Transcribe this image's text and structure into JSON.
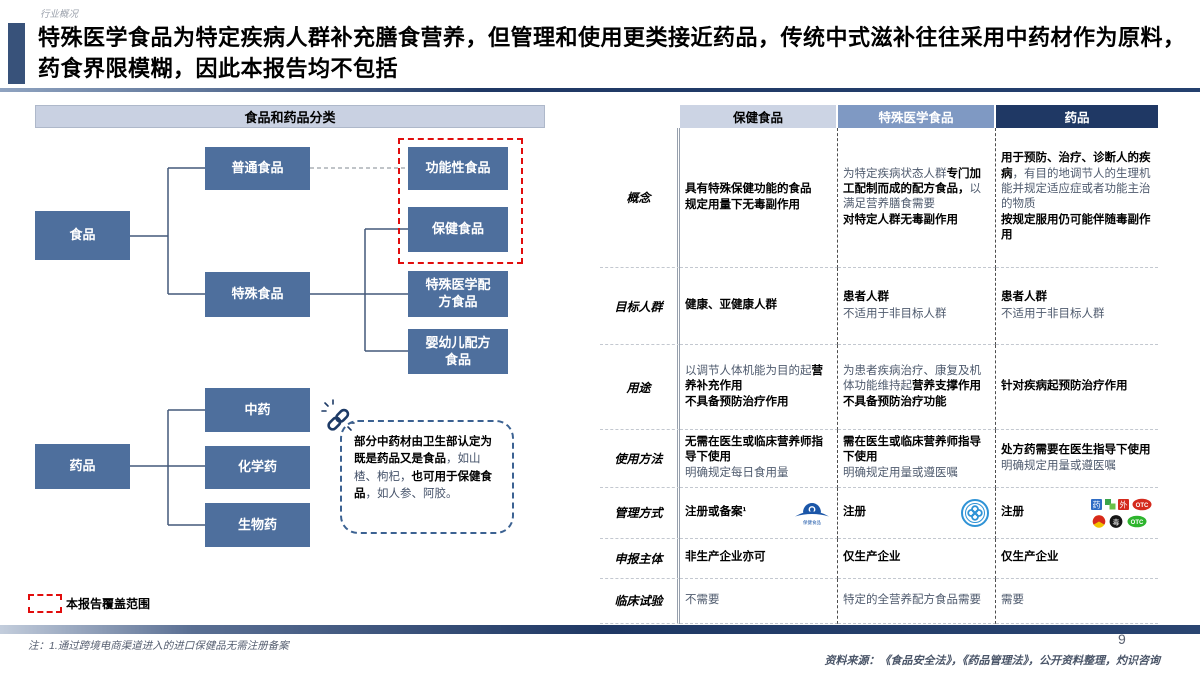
{
  "page": {
    "eyebrow": "行业概况",
    "title": "特殊医学食品为特定疾病人群补充膳食营养，但管理和使用更类接近药品，传统中式滋补往往采用中药材作为原料，药食界限模糊，因此本报告均不包括",
    "page_number": "9",
    "footnote": "注：1.通过跨境电商渠道进入的进口保健品无需注册备案",
    "source": "资料来源：《食品安全法》，《药品管理法》，公开资料整理，灼识咨询"
  },
  "colors": {
    "accent_navy": "#1f3864",
    "node_blue": "#4e6f9d",
    "header_light": "#ccd4e4",
    "header_mid": "#7f99c3",
    "header_dark": "#1f3864",
    "scope_red": "#e10d0d",
    "callout_blue": "#3c6292"
  },
  "diagram": {
    "title": "食品和药品分类",
    "legend_label": "本报告覆盖范围",
    "nodes": {
      "food": "食品",
      "ordinary_food": "普通食品",
      "special_food": "特殊食品",
      "functional_food": "功能性食品",
      "health_food": "保健食品",
      "fsmp": "特殊医学配方食品",
      "infant_formula": "婴幼儿配方食品",
      "drug": "药品",
      "tcm": "中药",
      "chemical_drug": "化学药",
      "biological_drug": "生物药"
    },
    "callout": {
      "icon": "link-icon",
      "segments": [
        {
          "t": "部分中药材由卫生部认定为既是药品又是食品",
          "b": true
        },
        {
          "t": "，如山楂、枸杞，",
          "b": false
        },
        {
          "t": "也可用于保健食品",
          "b": true
        },
        {
          "t": "，如人参、阿胶。",
          "b": false
        }
      ]
    }
  },
  "table": {
    "column_headers": [
      "保健食品",
      "特殊医学食品",
      "药品"
    ],
    "rows": [
      {
        "label": "概念",
        "cells": [
          {
            "lines": [
              [
                {
                  "t": "具有特殊保健功能的食品",
                  "b": true
                }
              ],
              [
                {
                  "t": "规定用量下无毒副作用",
                  "b": true
                }
              ]
            ]
          },
          {
            "lines": [
              [
                {
                  "t": "为特定疾病状态人群",
                  "b": false
                },
                {
                  "t": "专门加工配制而成的配方食品，",
                  "b": true
                },
                {
                  "t": "以满足营养膳食需要",
                  "b": false
                }
              ],
              [
                {
                  "t": "对特定人群无毒副作用",
                  "b": true
                }
              ]
            ]
          },
          {
            "lines": [
              [
                {
                  "t": "用于预防、治疗、诊断人的疾病",
                  "b": true
                },
                {
                  "t": "，有目的地调节人的生理机能并规定适应症或者功能主治的物质",
                  "b": false
                }
              ],
              [
                {
                  "t": "按规定服用仍可能伴随毒副作用",
                  "b": true
                }
              ]
            ]
          }
        ]
      },
      {
        "label": "目标人群",
        "cells": [
          {
            "lines": [
              [
                {
                  "t": "健康、亚健康人群",
                  "b": true
                }
              ]
            ]
          },
          {
            "lines": [
              [
                {
                  "t": "患者人群",
                  "b": true
                }
              ],
              [
                {
                  "t": "不适用于非目标人群",
                  "b": false
                }
              ]
            ]
          },
          {
            "lines": [
              [
                {
                  "t": "患者人群",
                  "b": true
                }
              ],
              [
                {
                  "t": "不适用于非目标人群",
                  "b": false
                }
              ]
            ]
          }
        ]
      },
      {
        "label": "用途",
        "cells": [
          {
            "lines": [
              [
                {
                  "t": "以调节人体机能为目的起",
                  "b": false
                },
                {
                  "t": "营养补充作用",
                  "b": true
                }
              ],
              [
                {
                  "t": "不具备预防治疗作用",
                  "b": true
                }
              ]
            ]
          },
          {
            "lines": [
              [
                {
                  "t": "为患者疾病治疗、康复及机体功能维持起",
                  "b": false
                },
                {
                  "t": "营养支撑作用",
                  "b": true
                }
              ],
              [
                {
                  "t": "不具备预防治疗功能",
                  "b": true
                }
              ]
            ]
          },
          {
            "lines": [
              [
                {
                  "t": "针对疾病起预防治疗作用",
                  "b": true
                }
              ]
            ]
          }
        ]
      },
      {
        "label": "使用方法",
        "cells": [
          {
            "lines": [
              [
                {
                  "t": "无需在医生或临床营养师指导下使用",
                  "b": true
                }
              ],
              [
                {
                  "t": "明确规定每日食用量",
                  "b": false
                }
              ]
            ]
          },
          {
            "lines": [
              [
                {
                  "t": "需在医生或临床营养师指导下使用",
                  "b": true
                }
              ],
              [
                {
                  "t": "明确规定用量或遵医嘱",
                  "b": false
                }
              ]
            ]
          },
          {
            "lines": [
              [
                {
                  "t": "处方药需要在医生指导下使用",
                  "b": true
                }
              ],
              [
                {
                  "t": "明确规定用量或遵医嘱",
                  "b": false
                }
              ]
            ]
          }
        ]
      },
      {
        "label": "管理方式",
        "cells": [
          {
            "lines": [
              [
                {
                  "t": "注册或备案¹",
                  "b": true
                }
              ]
            ],
            "icon": "health-food-bluehat-logo"
          },
          {
            "lines": [
              [
                {
                  "t": "注册",
                  "b": true
                }
              ]
            ],
            "icon": "fsmp-badge-logo"
          },
          {
            "lines": [
              [
                {
                  "t": "注册",
                  "b": true
                }
              ]
            ],
            "icon": "drug-approval-marks"
          }
        ]
      },
      {
        "label": "申报主体",
        "cells": [
          {
            "lines": [
              [
                {
                  "t": "非生产企业亦可",
                  "b": true
                }
              ]
            ]
          },
          {
            "lines": [
              [
                {
                  "t": "仅生产企业",
                  "b": true
                }
              ]
            ]
          },
          {
            "lines": [
              [
                {
                  "t": "仅生产企业",
                  "b": true
                }
              ]
            ]
          }
        ]
      },
      {
        "label": "临床试验",
        "cells": [
          {
            "lines": [
              [
                {
                  "t": "不需要",
                  "b": false
                }
              ]
            ]
          },
          {
            "lines": [
              [
                {
                  "t": "特定的全营养配方食品需要",
                  "b": false
                }
              ]
            ]
          },
          {
            "lines": [
              [
                {
                  "t": "需要",
                  "b": false
                }
              ]
            ]
          }
        ]
      }
    ]
  }
}
